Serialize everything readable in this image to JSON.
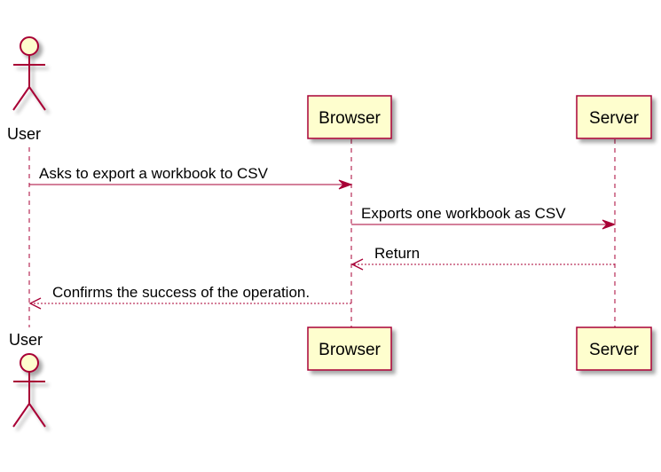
{
  "participants": {
    "user": {
      "label": "User",
      "kind": "actor"
    },
    "browser": {
      "label": "Browser",
      "kind": "participant"
    },
    "server": {
      "label": "Server",
      "kind": "participant"
    }
  },
  "messages": [
    {
      "from": "User",
      "to": "Browser",
      "label": "Asks to export a workbook to CSV",
      "style": "solid"
    },
    {
      "from": "Browser",
      "to": "Server",
      "label": "Exports one workbook as CSV",
      "style": "solid"
    },
    {
      "from": "Server",
      "to": "Browser",
      "label": "Return",
      "style": "dashed"
    },
    {
      "from": "Browser",
      "to": "User",
      "label": "Confirms the success of the operation.",
      "style": "dashed"
    }
  ],
  "colors": {
    "line": "#A80036",
    "box_fill": "#FEFECE",
    "shadow": "#C8C8C8",
    "text": "#000000"
  }
}
